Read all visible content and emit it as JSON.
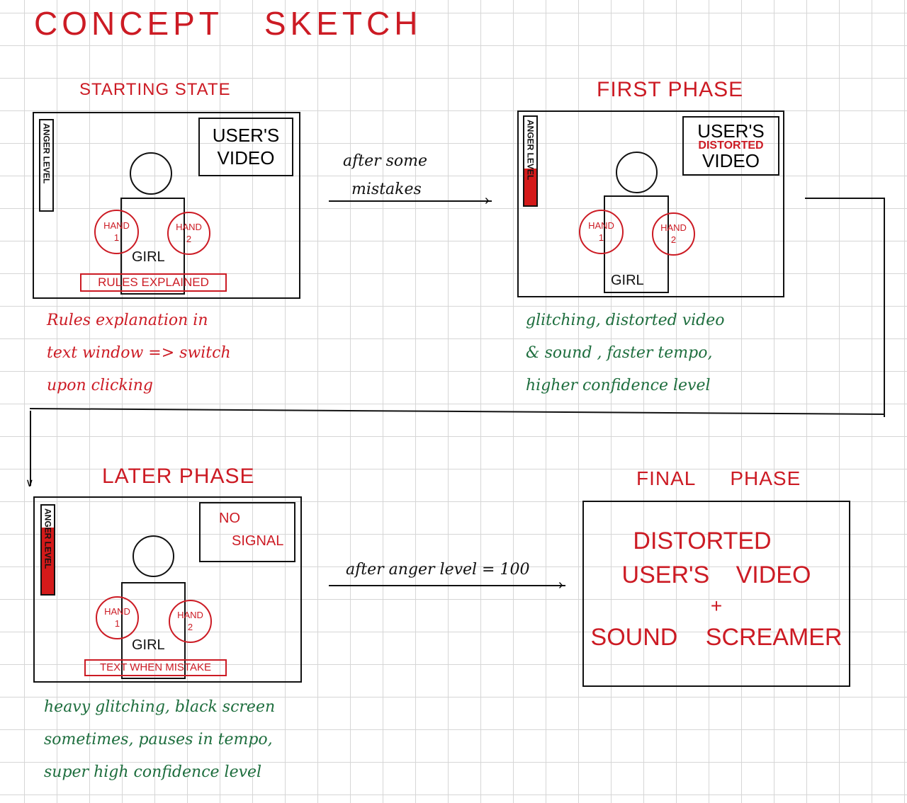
{
  "title": "CONCEPT SKETCH",
  "colors": {
    "red": "#cc1b24",
    "green": "#1e6e3e",
    "ink": "#111111"
  },
  "panels": {
    "starting": {
      "title": "STARTING STATE",
      "anger_label": "ANGER LEVEL",
      "anger_fill_percent": 0,
      "video_line1": "USER'S",
      "video_line2": "VIDEO",
      "hand1": "HAND",
      "hand1_num": "1",
      "hand2": "HAND",
      "hand2_num": "2",
      "girl": "GIRL",
      "banner": "RULES EXPLAINED",
      "notes": [
        "Rules explanation in",
        "text window => switch",
        "upon clicking"
      ]
    },
    "first": {
      "title": "FIRST PHASE",
      "anger_label": "ANGER LEVEL",
      "anger_fill_percent": 42,
      "video_line1": "USER'S",
      "video_distorted": "DISTORTED",
      "video_line2": "VIDEO",
      "hand1": "HAND",
      "hand1_num": "1",
      "hand2": "HAND",
      "hand2_num": "2",
      "girl": "GIRL",
      "notes": [
        "glitching, distorted video",
        "& sound , faster tempo,",
        "higher confidence level"
      ]
    },
    "later": {
      "title": "LATER PHASE",
      "anger_label": "ANGER LEVEL",
      "anger_fill_percent": 75,
      "signal_line1": "NO",
      "signal_line2": "SIGNAL",
      "hand1": "HAND",
      "hand1_num": "1",
      "hand2": "HAND",
      "hand2_num": "2",
      "girl": "GIRL",
      "banner": "TEXT WHEN MISTAKE",
      "notes": [
        "heavy glitching, black screen",
        "sometimes, pauses in tempo,",
        "super high confidence level"
      ]
    },
    "final": {
      "title_word1": "FINAL",
      "title_word2": "PHASE",
      "lines": [
        "DISTORTED",
        "USER'S VIDEO",
        "+",
        "SOUND SCREAMER"
      ]
    }
  },
  "arrows": {
    "first": {
      "line1": "after some",
      "line2": "mistakes"
    },
    "second": {
      "label": "after anger level = 100"
    }
  }
}
